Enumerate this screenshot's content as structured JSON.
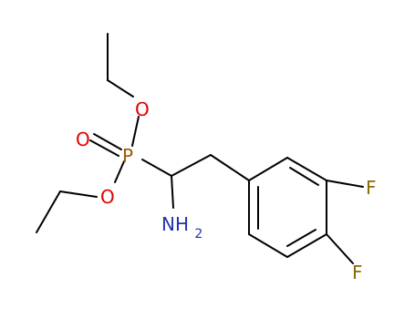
{
  "colors": {
    "bond": "#000000",
    "phosphorus": "#9b5a00",
    "oxygen": "#e00000",
    "nitrogen": "#2233aa",
    "fluorine": "#8a6a00",
    "background": "#ffffff"
  },
  "atoms": {
    "phosphorus": "P",
    "oxygen_top": "O",
    "oxygen_double": "O",
    "oxygen_left": "O",
    "amine_main": "NH",
    "amine_sub": "2",
    "fluorine_top": "F",
    "fluorine_bottom": "F"
  }
}
